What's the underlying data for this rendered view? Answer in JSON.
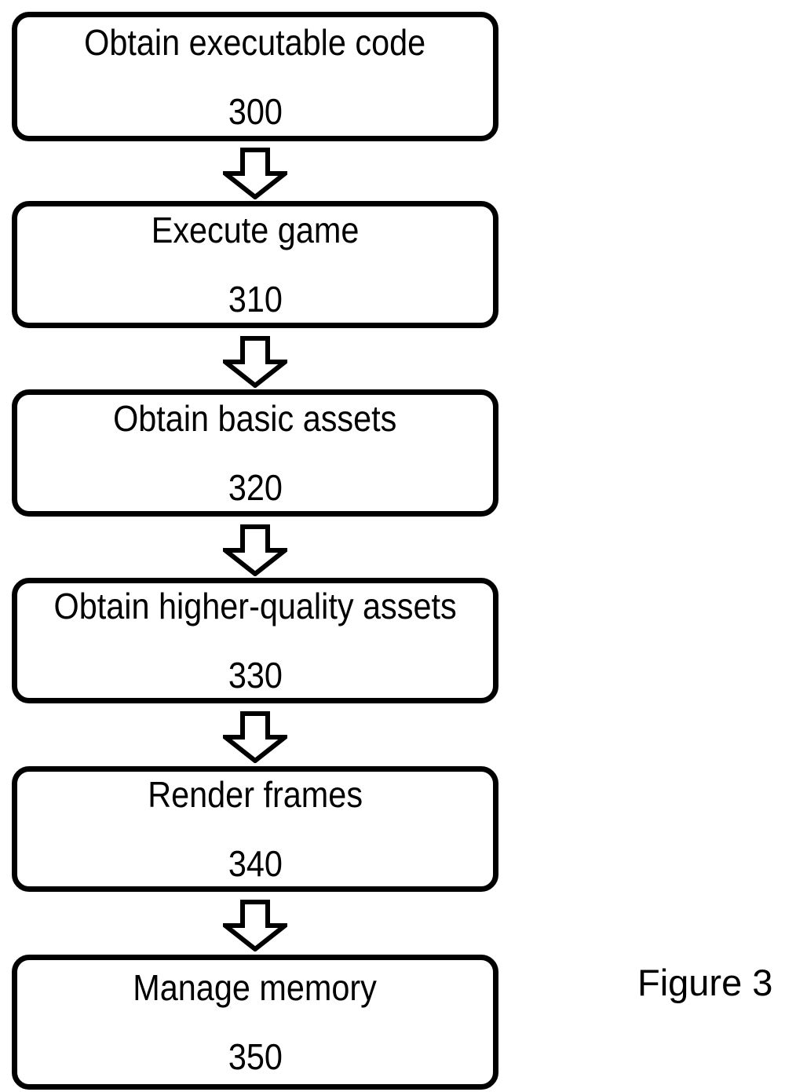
{
  "figure": {
    "caption": "Figure 3",
    "background_color": "#ffffff",
    "stroke_color": "#000000"
  },
  "diagram": {
    "type": "flowchart",
    "orientation": "vertical",
    "connector_icon": "down-block-arrow-icon",
    "steps": [
      {
        "label": "Obtain executable code",
        "number": "300"
      },
      {
        "label": "Execute game",
        "number": "310"
      },
      {
        "label": "Obtain basic assets",
        "number": "320"
      },
      {
        "label": "Obtain higher-quality assets",
        "number": "330"
      },
      {
        "label": "Render frames",
        "number": "340"
      },
      {
        "label": "Manage memory",
        "number": "350"
      }
    ],
    "connectors": [
      {
        "from": "300",
        "to": "310"
      },
      {
        "from": "310",
        "to": "320"
      },
      {
        "from": "320",
        "to": "330"
      },
      {
        "from": "330",
        "to": "340"
      },
      {
        "from": "340",
        "to": "350"
      }
    ]
  }
}
